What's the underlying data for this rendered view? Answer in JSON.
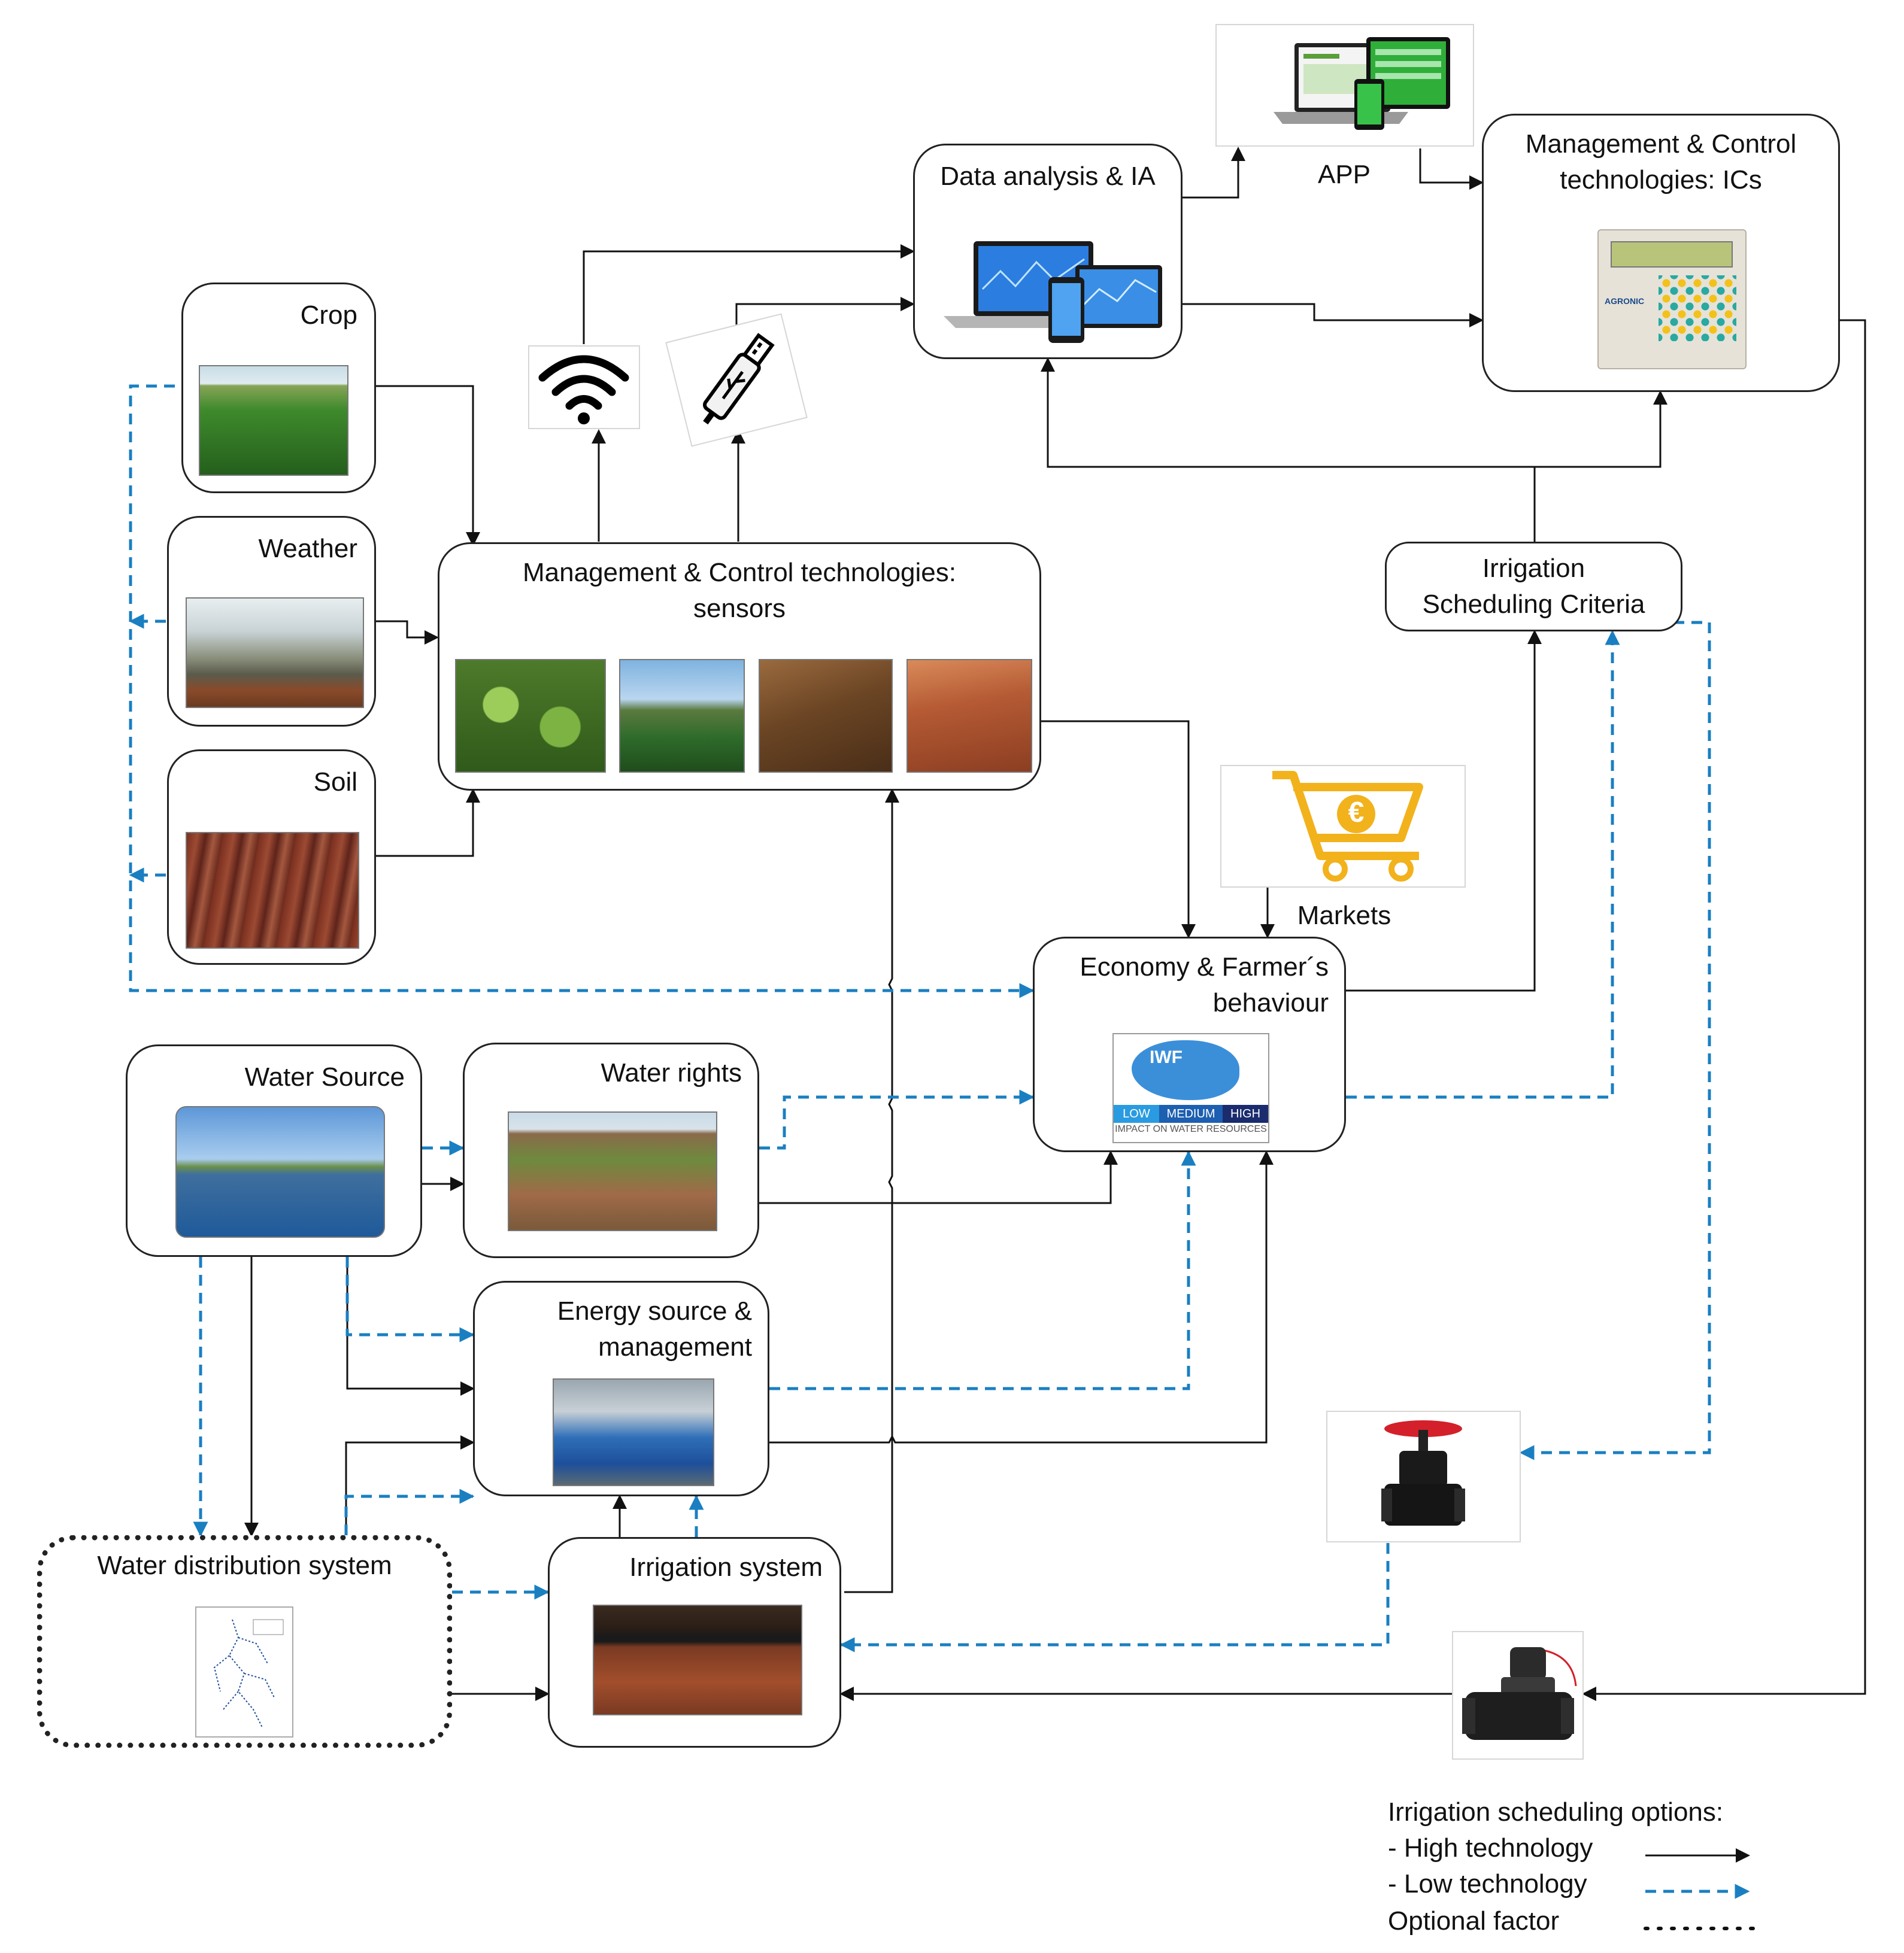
{
  "nodes": {
    "crop": {
      "label": "Crop"
    },
    "weather": {
      "label": "Weather"
    },
    "soil": {
      "label": "Soil"
    },
    "sensors": {
      "label": "Management & Control technologies:\nsensors"
    },
    "data_analysis": {
      "label": "Data analysis & IA"
    },
    "app": {
      "label": "APP"
    },
    "ics": {
      "label": "Management & Control\ntechnologies: ICs"
    },
    "scheduling_criteria": {
      "label": "Irrigation\nScheduling Criteria"
    },
    "markets": {
      "label": "Markets"
    },
    "economy": {
      "label": "Economy & Farmer´s\nbehaviour"
    },
    "water_source": {
      "label": "Water Source"
    },
    "water_rights": {
      "label": "Water rights"
    },
    "energy": {
      "label": "Energy source &\nmanagement"
    },
    "distribution": {
      "label": "Water distribution system"
    },
    "irrigation_system": {
      "label": "Irrigation system"
    }
  },
  "iwf_logo": {
    "text": "IWF",
    "levels": [
      "LOW",
      "MEDIUM",
      "HIGH"
    ],
    "caption": "IMPACT ON WATER RESOURCES"
  },
  "ics_device": {
    "brand": "AGRONIC"
  },
  "currency_symbol": "€",
  "legend": {
    "title": "Irrigation scheduling options:",
    "high": "- High technology",
    "low": "- Low technology",
    "optional": "Optional factor"
  },
  "colors": {
    "high_technology": "#111111",
    "low_technology": "#1a7fc1"
  }
}
